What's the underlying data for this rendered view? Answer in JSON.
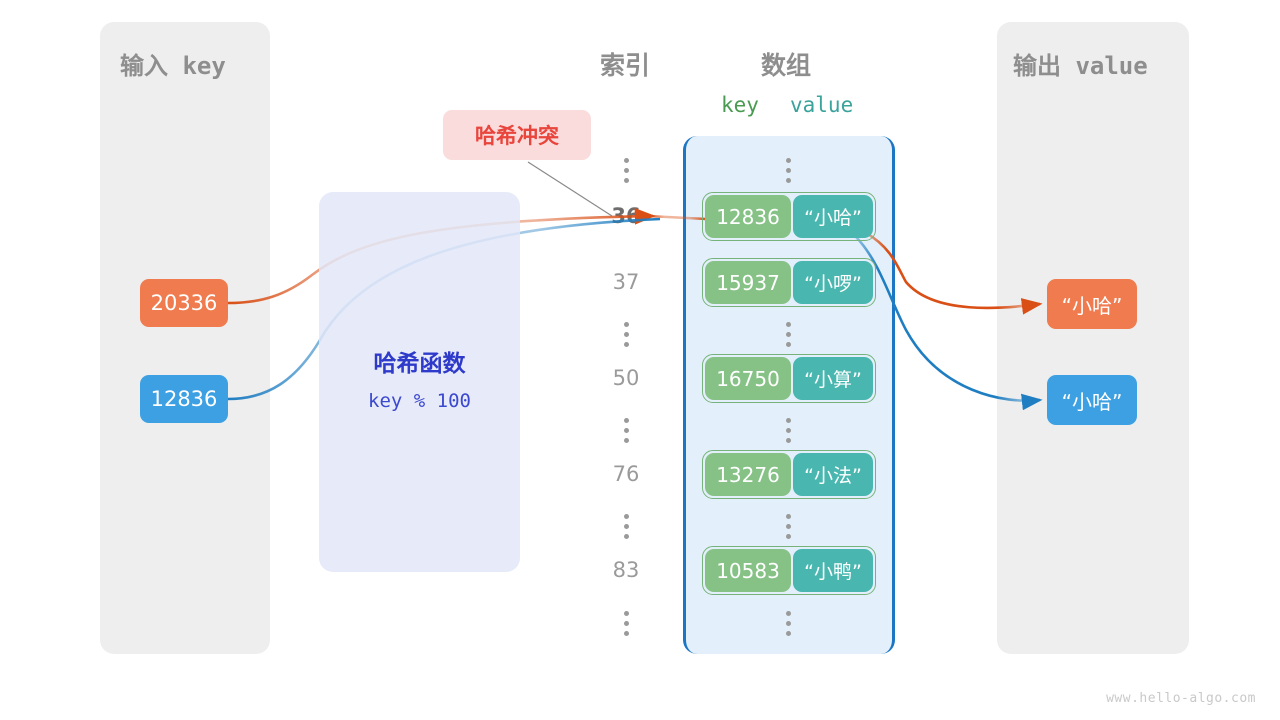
{
  "watermark": "www.hello-algo.com",
  "input_panel": {
    "title": "输入 key"
  },
  "output_panel": {
    "title": "输出 value"
  },
  "headings": {
    "index": "索引",
    "array": "数组",
    "key": "key",
    "value": "value"
  },
  "collision": {
    "label": "哈希冲突"
  },
  "hash_function": {
    "title": "哈希函数",
    "formula": "key % 100"
  },
  "input_keys": [
    {
      "value": "20336",
      "color": "#ef7b4e"
    },
    {
      "value": "12836",
      "color": "#3da0e3"
    }
  ],
  "output_values": [
    {
      "value": "“小哈”",
      "color": "#ef7b4e"
    },
    {
      "value": "“小哈”",
      "color": "#3da0e3"
    }
  ],
  "index_column": [
    {
      "type": "dots"
    },
    {
      "type": "index",
      "label": "36",
      "highlight": true
    },
    {
      "type": "index",
      "label": "37",
      "highlight": false
    },
    {
      "type": "dots"
    },
    {
      "type": "index",
      "label": "50",
      "highlight": false
    },
    {
      "type": "dots"
    },
    {
      "type": "index",
      "label": "76",
      "highlight": false
    },
    {
      "type": "dots"
    },
    {
      "type": "index",
      "label": "83",
      "highlight": false
    },
    {
      "type": "dots"
    }
  ],
  "array_rows": [
    {
      "type": "dots"
    },
    {
      "type": "entry",
      "key": "12836",
      "value": "“小哈”"
    },
    {
      "type": "entry",
      "key": "15937",
      "value": "“小啰”"
    },
    {
      "type": "dots"
    },
    {
      "type": "entry",
      "key": "16750",
      "value": "“小算”"
    },
    {
      "type": "dots"
    },
    {
      "type": "entry",
      "key": "13276",
      "value": "“小法”"
    },
    {
      "type": "dots"
    },
    {
      "type": "entry",
      "key": "10583",
      "value": "“小鸭”"
    },
    {
      "type": "dots"
    }
  ],
  "colors": {
    "panel_bg": "#eeeeee",
    "array_bg": "#e3f0fb",
    "array_border": "#1d76c4",
    "key_cell": "#86c286",
    "value_cell": "#49b7b0",
    "row_border": "#76b37a",
    "hash_box": "#e2e6f8",
    "hash_text": "#2e3ac9",
    "collision_bg": "#fbdcdc",
    "collision_text": "#e8453c",
    "orange": "#d94f16",
    "blue": "#1f7ec2",
    "muted_text": "#8e8e8e"
  }
}
